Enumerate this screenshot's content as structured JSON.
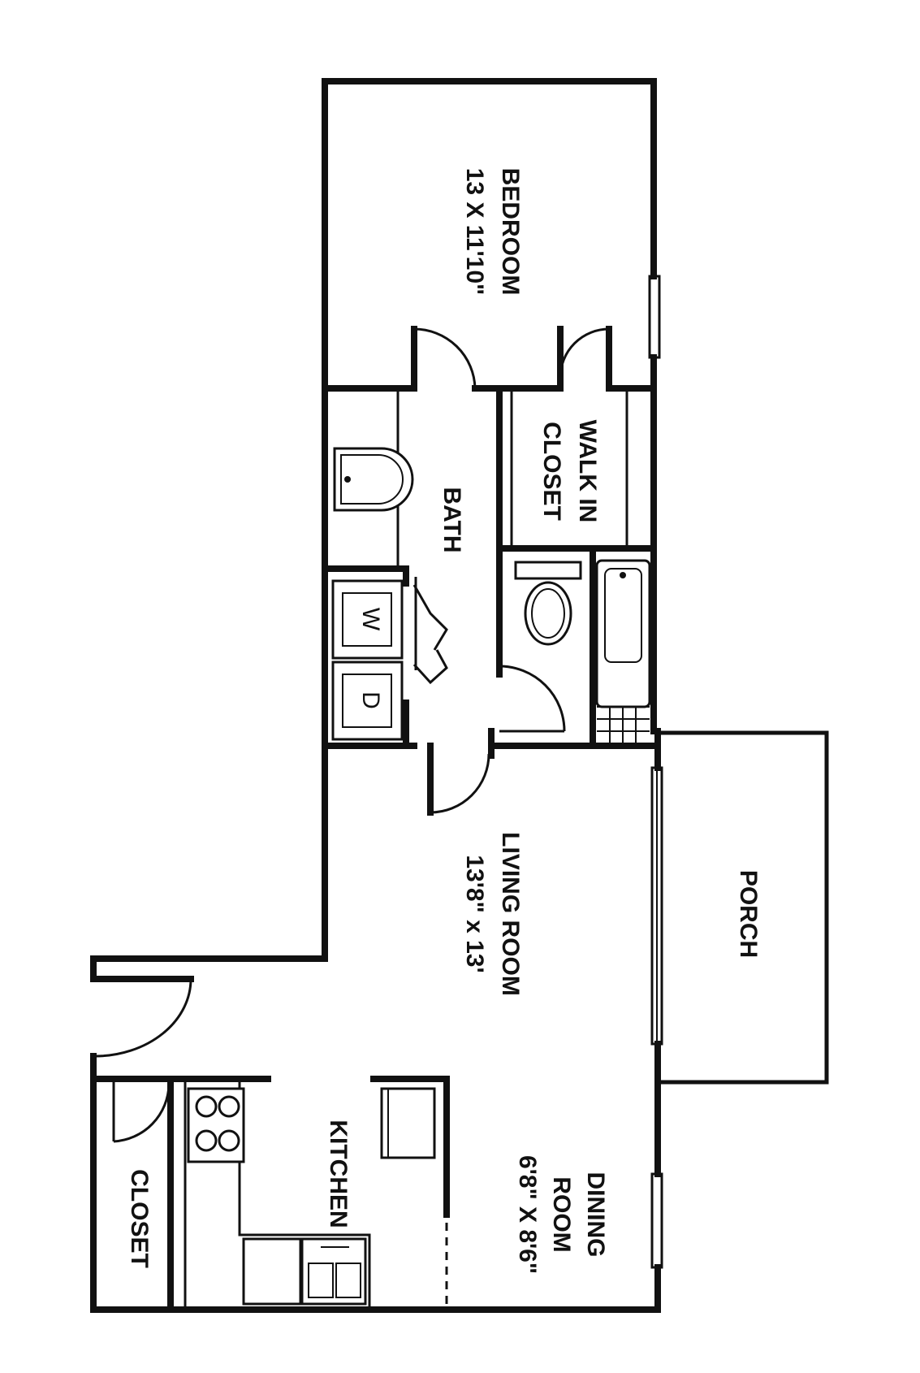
{
  "floor_plan": {
    "rooms": {
      "bedroom": {
        "name": "BEDROOM",
        "dimensions": "13 X 11'10\""
      },
      "bath": {
        "name": "BATH"
      },
      "walk_in_closet": {
        "line1": "WALK IN",
        "line2": "CLOSET"
      },
      "living_room": {
        "name": "LIVING ROOM",
        "dimensions": "13'8\" x 13'"
      },
      "porch": {
        "name": "PORCH"
      },
      "kitchen": {
        "name": "KITCHEN"
      },
      "dining_room": {
        "line1": "DINING",
        "line2": "ROOM",
        "dimensions": "6'8\" X 8'6\""
      },
      "closet": {
        "name": "CLOSET"
      }
    },
    "appliances": {
      "washer": {
        "letter": "W"
      },
      "dryer": {
        "letter": "D"
      }
    }
  }
}
